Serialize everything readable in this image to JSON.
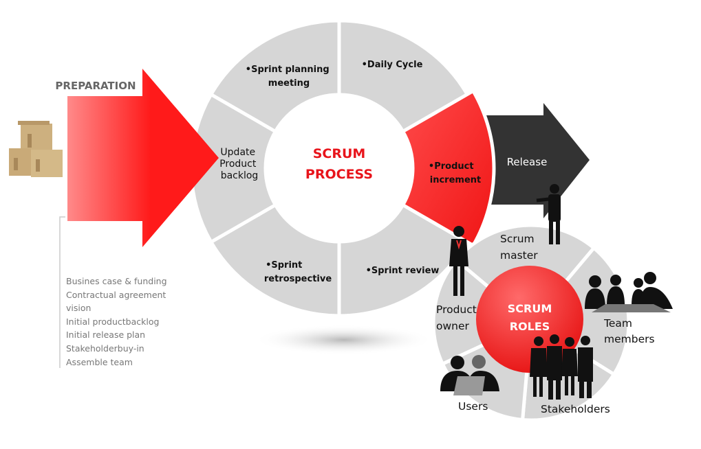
{
  "preparation": {
    "title": "PREPARATION",
    "items": [
      "Busines case & funding",
      "Contractual agreement",
      "vision",
      "Initial productbacklog",
      "Initial release plan",
      "Stakeholderbuy-in",
      "Assemble team"
    ]
  },
  "process": {
    "title_line1": "SCRUM",
    "title_line2": "PROCESS",
    "segments": {
      "update": [
        "Update",
        "Product",
        "backlog"
      ],
      "planning": [
        "•Sprint planning",
        "meeting"
      ],
      "daily": [
        "•Daily Cycle"
      ],
      "increment": [
        "•Product",
        "increment"
      ],
      "review": [
        "•Sprint review"
      ],
      "retro": [
        "•Sprint",
        "retrospective"
      ]
    }
  },
  "release": {
    "label": "Release"
  },
  "roles": {
    "title_line1": "SCRUM",
    "title_line2": "ROLES",
    "scrum_master": [
      "Scrum",
      "master"
    ],
    "team_members": [
      "Team",
      "members"
    ],
    "stakeholders": [
      "Stakeholders"
    ],
    "users": [
      "Users"
    ],
    "product_owner": [
      "Product",
      "owner"
    ]
  },
  "colors": {
    "accent_red": "#ff1a1a",
    "dark_arrow": "#333333",
    "segment_gray": "#d4d4d4"
  }
}
